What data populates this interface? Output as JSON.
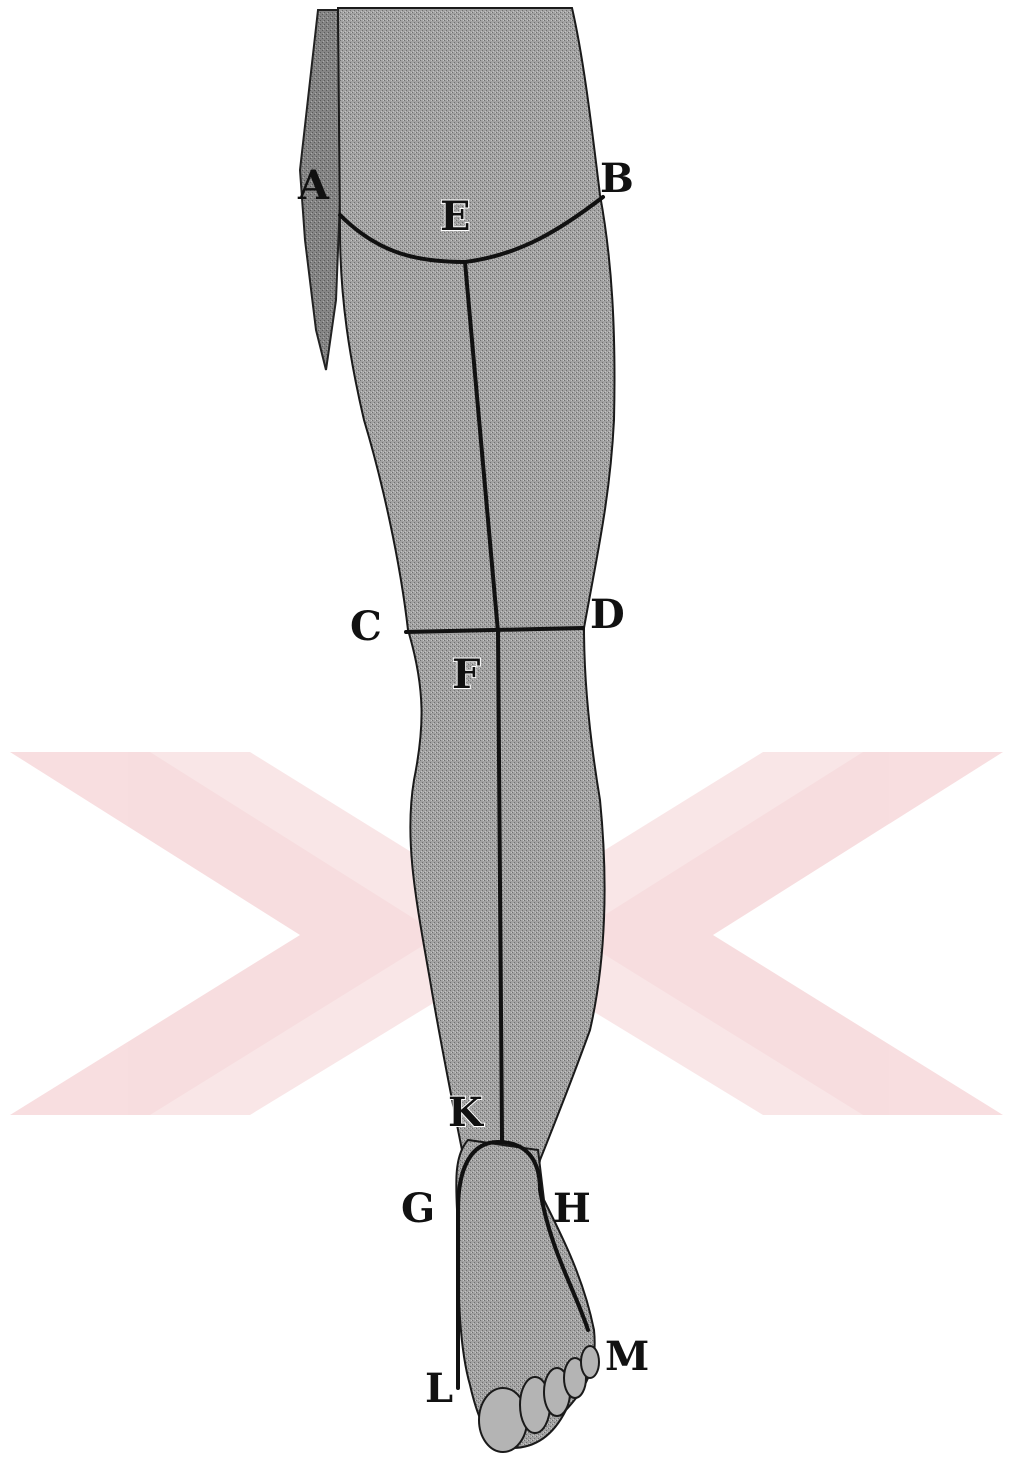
{
  "colors": {
    "background": "#ffffff",
    "skin": "#9e9e9e",
    "skin_shade": "#7f7f7f",
    "outline": "#1a1a1a",
    "measure_line": "#111111",
    "watermark": "#f2c9cc"
  },
  "points": {
    "A": "A",
    "B": "B",
    "C": "C",
    "D": "D",
    "E": "E",
    "F": "F",
    "G": "G",
    "H": "H",
    "K": "K",
    "L": "L",
    "M": "M"
  }
}
